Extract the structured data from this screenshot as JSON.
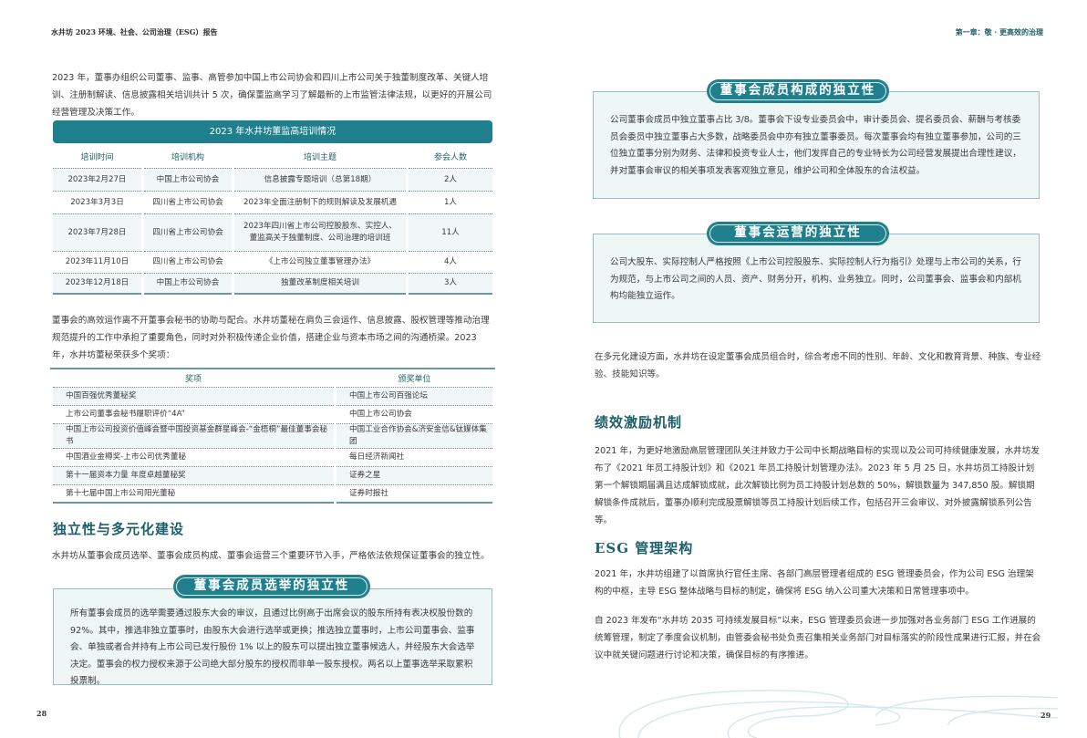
{
  "header": {
    "left": "水井坊 2023 环境、社会、公司治理（ESG）报告",
    "right": "第一章：敬 · 更高效的治理"
  },
  "page_numbers": {
    "left": "28",
    "right": "29"
  },
  "left": {
    "intro": "2023 年，董事办组织公司董事、监事、高管参加中国上市公司协会和四川上市公司关于独董制度改革、关键人培训、注册制解读、信息披露相关培训共计 5 次，确保董监高学习了解最新的上市监管法律法规，以更好的开展公司经营管理及决策工作。",
    "training_table": {
      "title": "2023 年水井坊董监高培训情况",
      "headers": [
        "培训时间",
        "培训机构",
        "培训主题",
        "参会人数"
      ],
      "rows": [
        [
          "2023年2月27日",
          "中国上市公司协会",
          "信息披露专题培训（总第18期）",
          "2人"
        ],
        [
          "2023年3月3日",
          "四川省上市公司协会",
          "2023年全面注册制下的规则解读及发展机遇",
          "1人"
        ],
        [
          "2023年7月28日",
          "四川省上市公司协会",
          "2023年四川省上市公司控股股东、实控人、董监高关于独董制度、公司治理的培训班",
          "11人"
        ],
        [
          "2023年11月10日",
          "四川省上市公司协会",
          "《上市公司独立董事管理办法》",
          "4人"
        ],
        [
          "2023年12月18日",
          "中国上市公司协会",
          "独董改革制度相关培训",
          "3人"
        ]
      ]
    },
    "secretary_para": "董事会的高效运作离不开董事会秘书的协助与配合。水井坊董秘在肩负三会运作、信息披露、股权管理等推动治理规范提升的工作中承担了重要角色，同时对外积极传递企业价值，搭建企业与资本市场之间的沟通桥梁。2023 年，水井坊董秘荣获多个奖项：",
    "awards_table": {
      "headers": [
        "奖项",
        "颁奖单位"
      ],
      "rows": [
        [
          "中国百强优秀董秘奖",
          "中国上市公司百强论坛"
        ],
        [
          "上市公司董事会秘书履职评价“4A”",
          "中国上市公司协会"
        ],
        [
          "中国上市公司投资价值峰会暨中国投资基金群星峰会-“金梧桐”最佳董事会秘书",
          "中国工业合作协会&济安金信&钛媒体集团"
        ],
        [
          "中国酒业金樽奖-上市公司优秀董秘",
          "每日经济新闻社"
        ],
        [
          "第十一届资本力量 年度卓越董秘奖",
          "证券之星"
        ],
        [
          "第十七届中国上市公司阳光董秘",
          "证券时报社"
        ]
      ]
    },
    "section_title": "独立性与多元化建设",
    "section_para": "水井坊从董事会成员选举、董事会成员构成、董事会运营三个重要环节入手，严格依法依规保证董事会的独立性。",
    "box_election": {
      "title": "董事会成员选举的独立性",
      "text": "所有董事会成员的选举需要通过股东大会的审议，且通过比例高于出席会议的股东所持有表决权股份数的 92%。其中，推选非独立董事时，由股东大会进行选举或更换；推选独立董事时，上市公司董事会、监事会、单独或者合并持有上市公司已发行股份 1% 以上的股东可以提出独立董事候选人，并经股东大会选举决定。董事会的权力授权来源于公司绝大部分股东的授权而非单一股东授权。两名以上董事选举采取累积投票制。"
    }
  },
  "right": {
    "box_composition": {
      "title": "董事会成员构成的独立性",
      "text": "公司董事会成员中独立董事占比 3/8。董事会下设专业委员会中，审计委员会、提名委员会、薪酬与考核委员会委员中独立董事占大多数，战略委员会中亦有独立董事委员。每次董事会均有独立董事参加，公司的三位独立董事分别为财务、法律和投资专业人士，他们发挥自己的专业特长为公司经营发展提出合理性建议，并对董事会审议的相关事项发表客观独立意见，维护公司和全体股东的合法权益。"
    },
    "box_operation": {
      "title": "董事会运营的独立性",
      "text": "公司大股东、实际控制人严格按照《上市公司控股股东、实际控制人行为指引》处理与上市公司的关系，行为规范，与上市公司之间的人员、资产、财务分开，机构、业务独立。同时，公司董事会、监事会和内部机构均能独立运作。"
    },
    "diversity_para": "在多元化建设方面，水井坊在设定董事会成员组合时，综合考虑不同的性别、年龄、文化和教育背景、种族、专业经验、技能知识等。",
    "incentive_title": "绩效激励机制",
    "incentive_para": "2021 年，为更好地激励高层管理团队关注并致力于公司中长期战略目标的实现以及公司可持续健康发展，水井坊发布了《2021 年员工持股计划》和《2021 年员工持股计划管理办法》。2023 年 5 月 25 日，水井坊员工持股计划第一个解锁期届满且达成解锁成就，此次解锁比例为员工持股计划总数的 50%，解锁数量为 347,850 股。解锁期解锁条件成就后，董事办顺利完成股票解锁等员工持股计划后续工作，包括召开三会审议、对外披露解锁系列公告等。",
    "esg_title": "ESG 管理架构",
    "esg_para1": "2021 年，水井坊组建了以首席执行官任主席、各部门高层管理者组成的 ESG 管理委员会，作为公司 ESG 治理架构的中枢，主导 ESG 整体战略与目标的制定，确保将 ESG 纳入公司重大决策和日常管理事项中。",
    "esg_para2": "自 2023 年发布“水井坊 2035 可持续发展目标”以来，ESG 管理委员会进一步加强对各业务部门 ESG 工作进展的统筹管理，制定了季度会议机制，由管委会秘书处负责召集相关业务部门对目标落实的阶段性成果进行汇报，并在会议中就关键问题进行讨论和决策，确保目标的有序推进。"
  },
  "colors": {
    "teal": "#1f7f8c",
    "heading": "#1d5f6b",
    "box_bg": "#eef6f6"
  }
}
